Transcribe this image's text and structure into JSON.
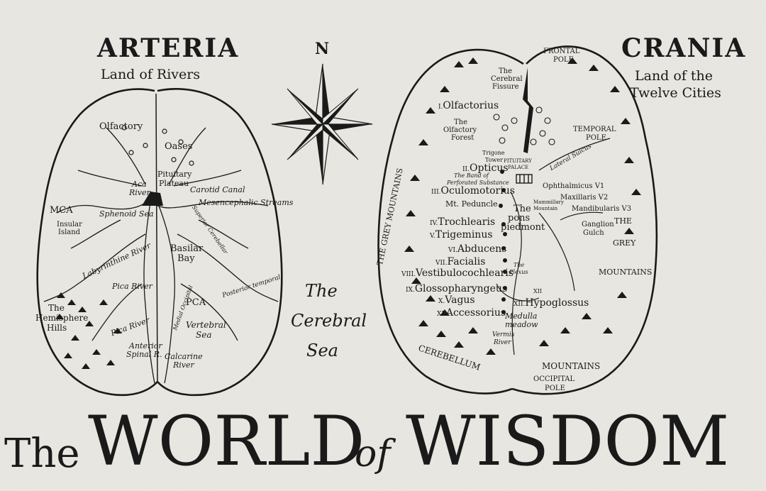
{
  "compass": {
    "letter": "N"
  },
  "arteria": {
    "title": "ARTERIA",
    "subtitle": "Land of Rivers",
    "labels": {
      "olfactory": "Olfactory",
      "oases": "Oases",
      "pituitary1": "Pituitary",
      "pituitary2": "Plateau",
      "aca1": "Aca",
      "aca2": "River",
      "carotid": "Carotid Canal",
      "mesencephalic": "Mesencephalic Streams",
      "mca": "MCA",
      "insular1": "Insular",
      "insular2": "Island",
      "sphenoid": "Sphenoid Sea",
      "labyrinthine": "Labyrinthine River",
      "basilar1": "Basilar",
      "basilar2": "Bay",
      "pica": "Pica River",
      "hemisphere1": "The",
      "hemisphere2": "Hemisphere",
      "hemisphere3": "Hills",
      "pca": "PCA",
      "vertebral1": "Vertebral",
      "vertebral2": "Sea",
      "posterior": "Posterior temporal",
      "superior": "Superior Cerebellar",
      "medial": "Medial Occipital",
      "anterior1": "Anterior",
      "anterior2": "Spinal R.",
      "calcarine1": "Calcarine",
      "calcarine2": "River",
      "pica2": "Pica River"
    }
  },
  "sea": {
    "line1": "The",
    "line2": "Cerebral",
    "line3": "Sea"
  },
  "crania": {
    "title": "CRANIA",
    "subtitle1": "Land of the",
    "subtitle2": "Twelve Cities",
    "labels": {
      "frontal1": "FRONTAL",
      "frontal2": "POLE",
      "fissure1": "The",
      "fissure2": "Cerebral",
      "fissure3": "Fissure",
      "forest1": "The",
      "forest2": "Olfactory",
      "forest3": "Forest",
      "temporal1": "TEMPORAL",
      "temporal2": "POLE",
      "trigone1": "Trigone",
      "trigone2": "Tower",
      "pituitary1": "PITUITARY",
      "pituitary2": "PALACE",
      "lateral": "Lateral Sulcus",
      "band1": "The Band of",
      "band2": "Perforated Substance",
      "grey_left": "THE GREY MOUNTAINS",
      "ophthalmicus": "Ophthalmicus V1",
      "maxillaris": "Maxillaris V2",
      "mandibularis": "Mandibularis V3",
      "mammillary1": "Mammillary",
      "mammillary2": "Mountain",
      "peduncle": "Mt. Peduncle",
      "pons1": "The",
      "pons2": "pons",
      "pons3": "piedmont",
      "ganglion1": "Ganglion",
      "ganglion2": "Gulch",
      "grey_right1": "THE",
      "grey_right2": "GREY",
      "grey_right3": "MOUNTAINS",
      "plexus1": "The",
      "plexus2": "Plexus",
      "medulla1": "Medulla",
      "medulla2": "meadow",
      "vermis1": "Vermis",
      "vermis2": "River",
      "cerebellum": "CEREBELLUM",
      "mountains": "MOUNTAINS",
      "occipital1": "OCCIPITAL",
      "occipital2": "POLE",
      "xii": "XII"
    },
    "nerves": [
      {
        "num": "I.",
        "name": "Olfactorius"
      },
      {
        "num": "II.",
        "name": "Opticus"
      },
      {
        "num": "III.",
        "name": "Oculomotorius"
      },
      {
        "num": "IV.",
        "name": "Trochlearis"
      },
      {
        "num": "V.",
        "name": "Trigeminus"
      },
      {
        "num": "VI.",
        "name": "Abducens"
      },
      {
        "num": "VII.",
        "name": "Facialis"
      },
      {
        "num": "VIII.",
        "name": "Vestibulocochlearis"
      },
      {
        "num": "IX.",
        "name": "Glossopharyngeus"
      },
      {
        "num": "X.",
        "name": "Vagus"
      },
      {
        "num": "XI.",
        "name": "Accessorius"
      },
      {
        "num": "XII.",
        "name": "Hypoglossus"
      }
    ]
  },
  "footer": {
    "the": "The",
    "world": "WORLD",
    "of": "of",
    "wisdom": "WISDOM"
  }
}
